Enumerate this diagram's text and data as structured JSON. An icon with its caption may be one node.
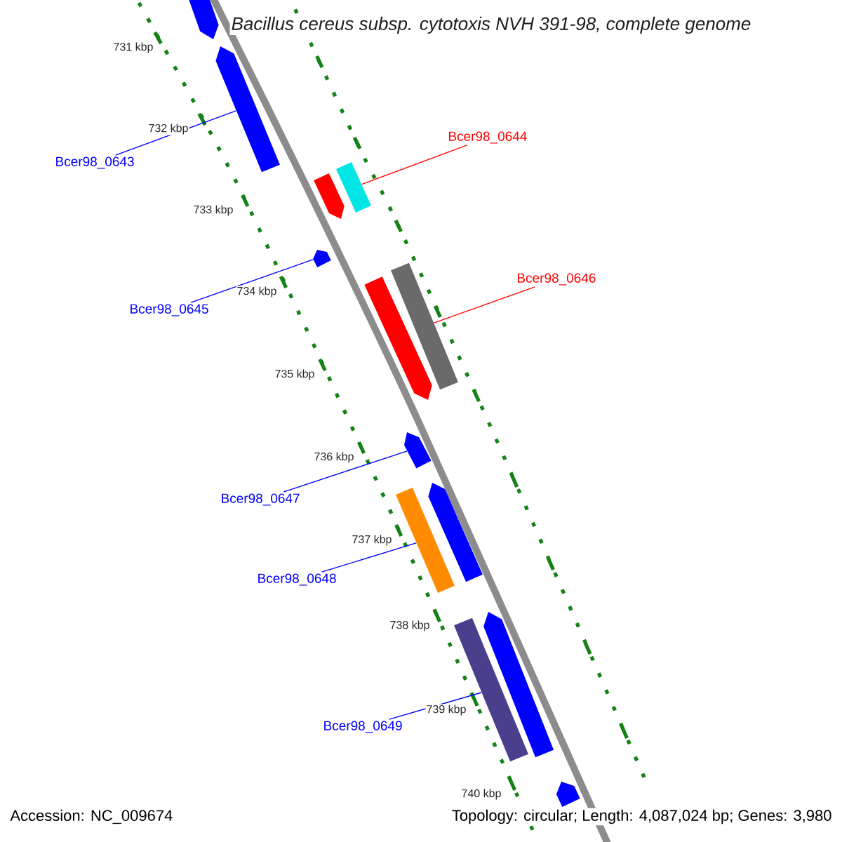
{
  "diagram": {
    "title": "Bacillus cereus subsp. cytotoxis NVH 391-98, complete genome",
    "nodes": [
      {
        "text": [],
        "shape": "arrow"
      },
      {
        "text": [],
        "shape": "arrow"
      },
      {
        "text": [],
        "shape": "arrow"
      },
      {
        "text": [],
        "shape": "bar"
      },
      {
        "text": [],
        "shape": "arrow"
      },
      {
        "text": [],
        "shape": "arrow"
      },
      {
        "text": [],
        "shape": "bar"
      },
      {
        "text": [],
        "shape": "arrow"
      },
      {
        "text": [],
        "shape": "bar"
      },
      {
        "text": [],
        "shape": "arrow"
      },
      {
        "text": [],
        "shape": "bar"
      },
      {
        "text": [],
        "shape": "arrow"
      },
      {
        "text": [],
        "shape": "arrow"
      },
      {
        "text": [
          "Bcer98_0643"
        ]
      },
      {
        "text": [
          "Bcer98_0644"
        ]
      },
      {
        "text": [
          "Bcer98_0645"
        ]
      },
      {
        "text": [
          "Bcer98_0646"
        ]
      },
      {
        "text": [
          "Bcer98_0647"
        ]
      },
      {
        "text": [
          "Bcer98_0648"
        ]
      },
      {
        "text": [
          "Bcer98_0649"
        ]
      }
    ],
    "edges": [
      {
        "from": 13,
        "to": 1,
        "arrow": "none"
      },
      {
        "from": 14,
        "to": 3,
        "arrow": "none",
        "color": "#ff0000"
      },
      {
        "from": 15,
        "to": 4,
        "arrow": "none"
      },
      {
        "from": 16,
        "to": 6,
        "arrow": "none",
        "color": "#ff0000"
      },
      {
        "from": 17,
        "to": 7,
        "arrow": "none"
      },
      {
        "from": 18,
        "to": 8,
        "arrow": "none"
      },
      {
        "from": 19,
        "to": 10,
        "arrow": "none"
      }
    ],
    "labels": [
      "731 kbp",
      "732 kbp",
      "733 kbp",
      "734 kbp",
      "735 kbp",
      "736 kbp",
      "737 kbp",
      "738 kbp",
      "739 kbp",
      "740 kbp",
      "Accession: NC_009674",
      "Topology: circular; Length: 4,087,024 bp; Genes: 3,980"
    ]
  }
}
